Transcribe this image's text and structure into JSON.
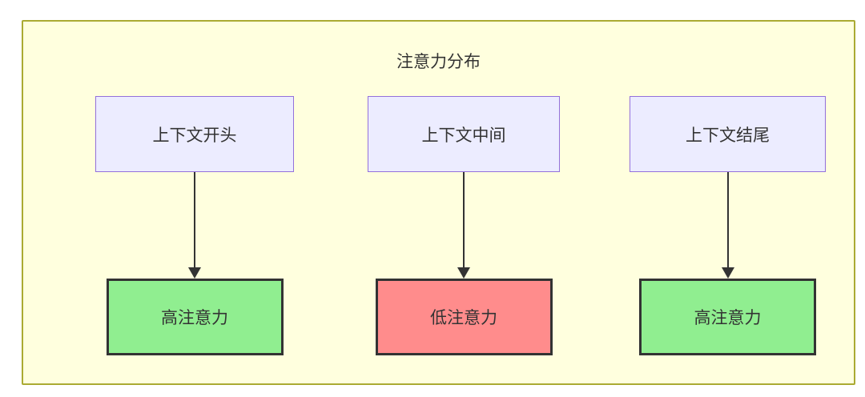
{
  "diagram": {
    "title": "注意力分布",
    "columns": [
      {
        "source": "上下文开头",
        "target": "高注意力",
        "attention": "high"
      },
      {
        "source": "上下文中间",
        "target": "低注意力",
        "attention": "low"
      },
      {
        "source": "上下文结尾",
        "target": "高注意力",
        "attention": "high"
      }
    ],
    "colors": {
      "container_background": "#ffffde",
      "container_border": "#aaaa33",
      "source_node_background": "#ececff",
      "source_node_border": "#9370db",
      "high_attention_background": "#90ee90",
      "low_attention_background": "#ff8c8c",
      "result_node_border": "#333333",
      "arrow": "#333333",
      "text": "#333333"
    }
  }
}
